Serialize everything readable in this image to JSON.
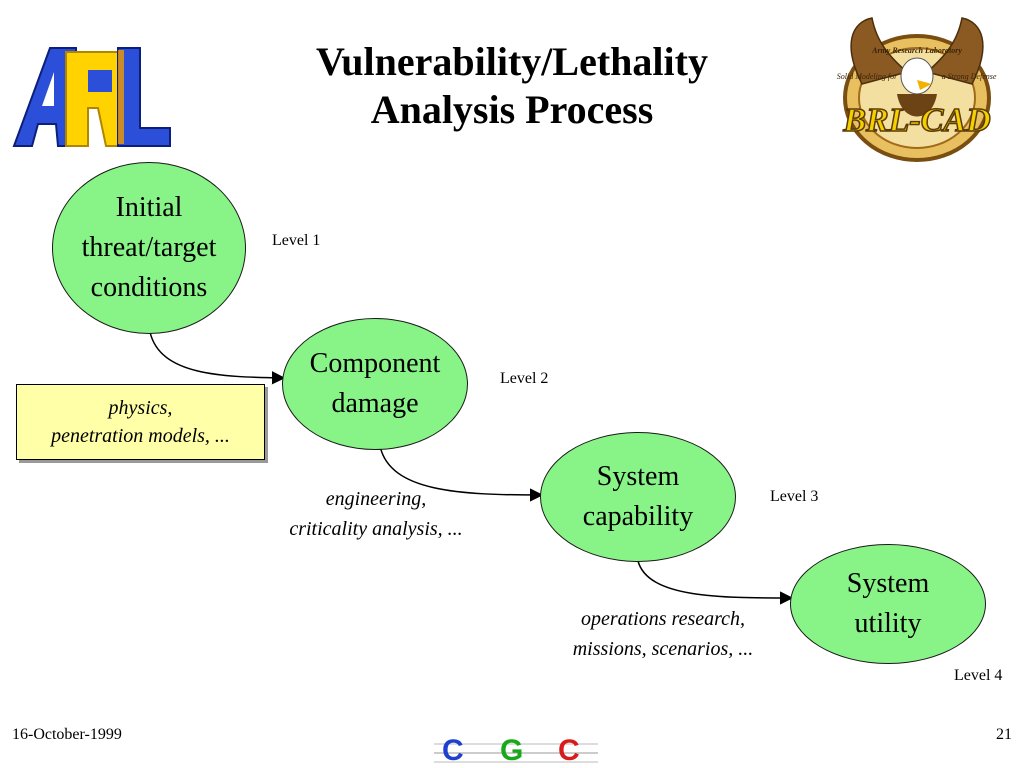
{
  "title": {
    "line1": "Vulnerability/Lethality",
    "line2": "Analysis Process"
  },
  "logos": {
    "left": {
      "icon": "arl-logo",
      "text": "ARL",
      "colors": {
        "blue": "#2b4fd8",
        "yellow": "#ffd200",
        "orange": "#f29a00"
      }
    },
    "right": {
      "icon": "brl-cad-eagle-seal",
      "top_text": "Army Research Laboratory",
      "left_text": "Solid Modeling for",
      "right_text": "a Strong Defense",
      "banner": "BRL-CAD"
    }
  },
  "diagram": {
    "nodes": [
      {
        "id": "n1",
        "label": "Initial\nthreat/target\nconditions",
        "level": "Level 1"
      },
      {
        "id": "n2",
        "label": "Component\ndamage",
        "level": "Level 2"
      },
      {
        "id": "n3",
        "label": "System\ncapability",
        "level": "Level 3"
      },
      {
        "id": "n4",
        "label": "System\nutility",
        "level": "Level 4"
      }
    ],
    "edges": [
      {
        "from": "n1",
        "to": "n2"
      },
      {
        "from": "n2",
        "to": "n3"
      },
      {
        "from": "n3",
        "to": "n4"
      }
    ],
    "methods": [
      {
        "id": "m1",
        "line1": "physics,",
        "line2": "penetration models, ..."
      },
      {
        "id": "m2",
        "line1": "engineering,",
        "line2": "criticality analysis, ..."
      },
      {
        "id": "m3",
        "line1": "operations research,",
        "line2": "missions, scenarios, ..."
      }
    ],
    "colors": {
      "node_fill": "#88f488",
      "method_box_fill": "#ffffa8"
    }
  },
  "footer": {
    "date": "16-October-1999",
    "page": "21",
    "bottom_logo": {
      "icon": "cgc-logo",
      "letters": [
        "C",
        "G",
        "C"
      ],
      "colors": [
        "#1e3fd0",
        "#19a819",
        "#d81c1c"
      ]
    }
  }
}
